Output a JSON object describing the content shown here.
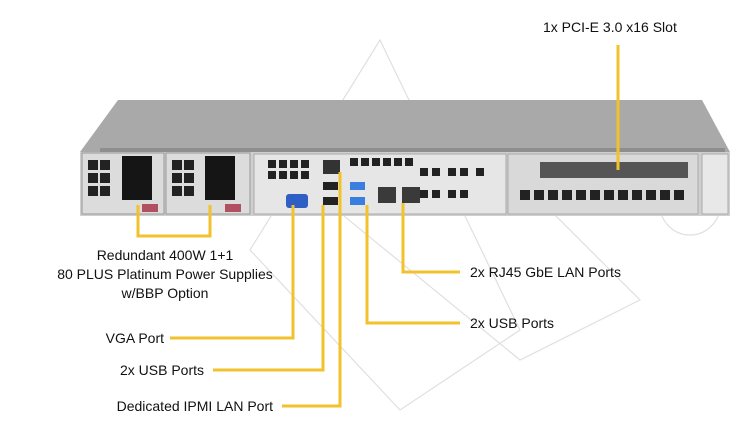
{
  "colors": {
    "callout_line": "#f2c12e",
    "chassis": "#b8b8b8",
    "panel": "#e4e4e4",
    "vga": "#2f5fc4",
    "usb3": "#3a7ee0"
  },
  "callouts": {
    "pcie": "1x PCI-E 3.0 x16 Slot",
    "psu": [
      "Redundant  400W 1+1",
      "80 PLUS Platinum  Power Supplies",
      "w/BBP Option"
    ],
    "vga": "VGA Port",
    "usb_left": "2x USB  Ports",
    "ipmi": "Dedicated IPMI  LAN Port",
    "lan": "2x RJ45 GbE LAN Ports",
    "usb_right": "2x USB Ports"
  }
}
